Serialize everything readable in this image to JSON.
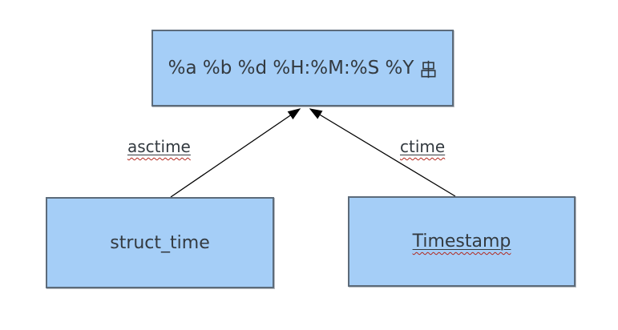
{
  "colors": {
    "canvas-bg": "#ffffff",
    "box-fill": "#a5cef7",
    "box-border": "#5c6b7a",
    "text": "#333a40",
    "squiggle": "#b3281e",
    "arrow": "#000000"
  },
  "nodes": {
    "format": {
      "label": "%a %b %d %H:%M:%S %Y 串",
      "label_text": "%a %b %d %H:%M:%S %Y",
      "cjk_char": "串"
    },
    "struct_time": {
      "label": "struct_time"
    },
    "timestamp": {
      "label": "Timestamp"
    }
  },
  "edges": {
    "asctime": {
      "label": "asctime"
    },
    "ctime": {
      "label": "ctime"
    }
  }
}
